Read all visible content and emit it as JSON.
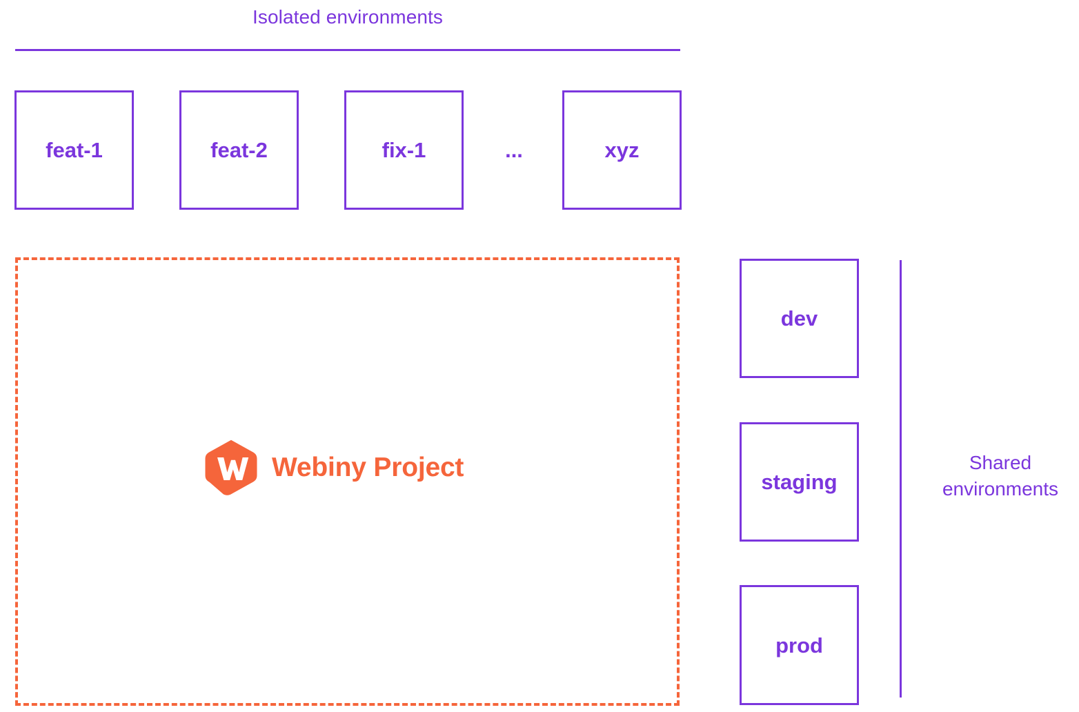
{
  "diagram": {
    "background_color": "#ffffff",
    "purple": "#7B36DD",
    "orange": "#F5653B"
  },
  "isolated": {
    "title": "Isolated environments",
    "ellipsis": "...",
    "boxes": [
      {
        "label": "feat-1"
      },
      {
        "label": "feat-2"
      },
      {
        "label": "fix-1"
      },
      {
        "label": "xyz"
      }
    ]
  },
  "project": {
    "name": "Webiny Project",
    "logo_icon": "webiny-hexagon-logo",
    "logo_letter": "W"
  },
  "shared": {
    "title_line_1": "Shared",
    "title_line_2": "environments",
    "boxes": [
      {
        "label": "dev"
      },
      {
        "label": "staging"
      },
      {
        "label": "prod"
      }
    ]
  }
}
